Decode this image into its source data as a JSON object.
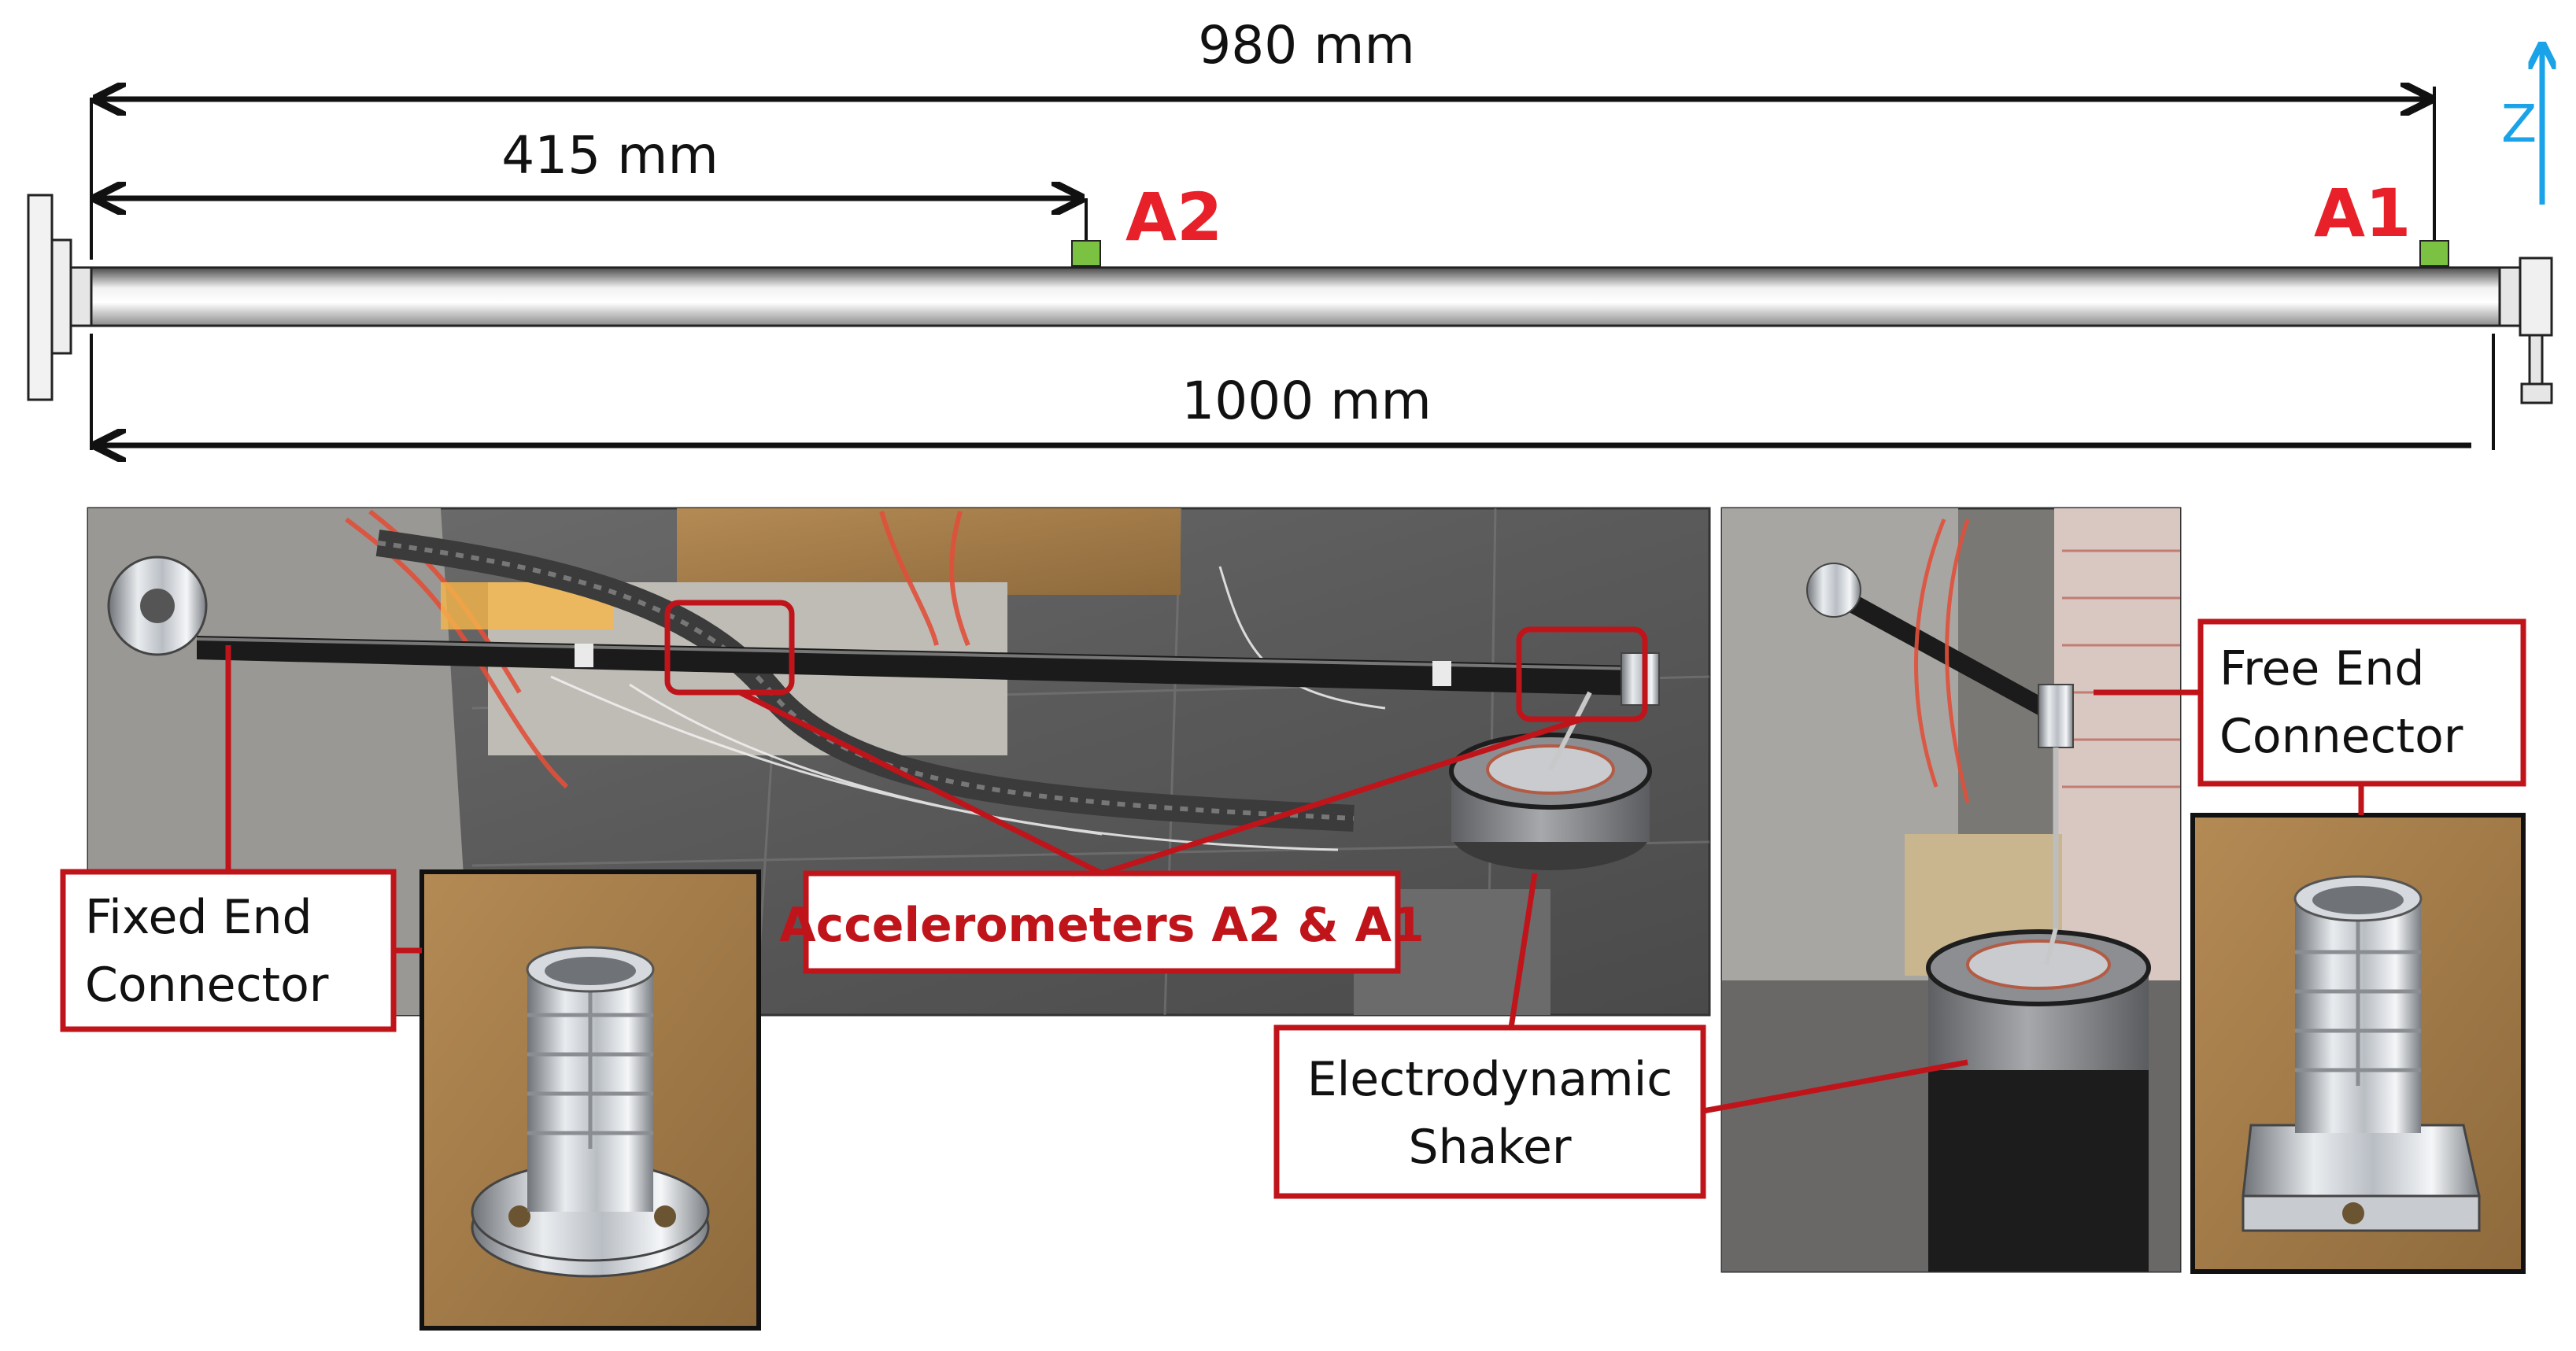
{
  "colors": {
    "accent_red": "#c0141b",
    "label_red": "#e8202a",
    "sensor_green": "#7cc242",
    "axis_blue": "#1aa3e8",
    "rod_dark": "#1b1b1b"
  },
  "beam": {
    "dim_total_free": "980 mm",
    "dim_a2": "415 mm",
    "dim_total": "1000 mm",
    "sensor_a2": "A2",
    "sensor_a1": "A1",
    "axis_label": "Z"
  },
  "callouts": {
    "fixed_end": {
      "line1": "Fixed End",
      "line2": "Connector"
    },
    "free_end": {
      "line1": "Free End",
      "line2": "Connector"
    },
    "accelerometers": "Accelerometers A2 & A1",
    "shaker": {
      "line1": "Electrodynamic",
      "line2": "Shaker"
    }
  }
}
